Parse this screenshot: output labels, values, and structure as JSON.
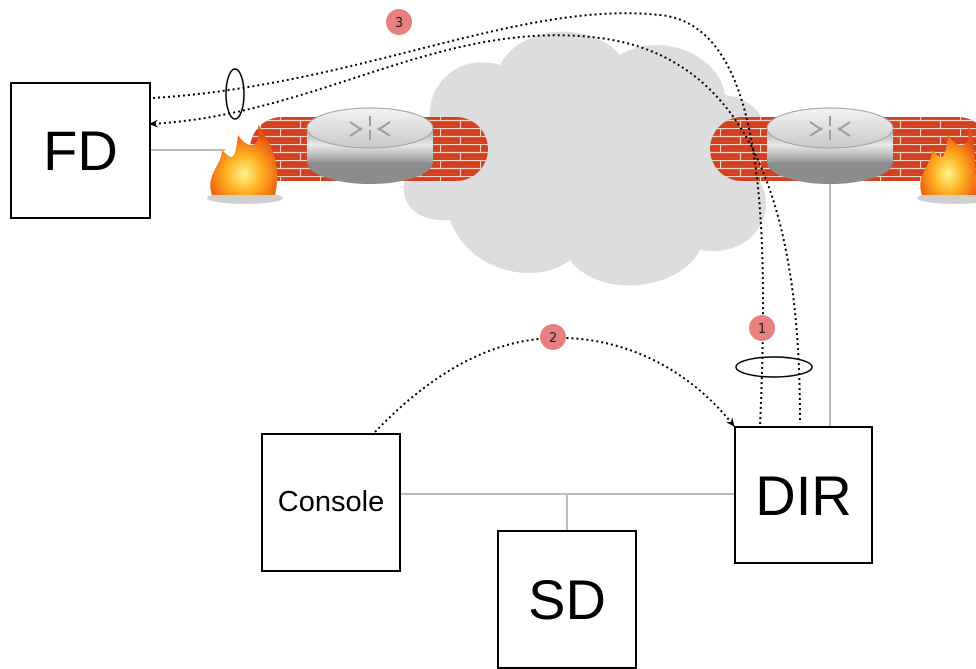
{
  "nodes": {
    "fd": "FD",
    "dir": "DIR",
    "console": "Console",
    "sd": "SD"
  },
  "markers": [
    "1",
    "2",
    "3"
  ],
  "colors": {
    "marker_fill": "#e88080",
    "link_line": "#bbbbbb",
    "cloud": "#dddddd",
    "firewall_brick": "#d2401f",
    "router_body": "#c8c8c8"
  },
  "icons": [
    "cloud-icon",
    "firewall-icon",
    "router-icon",
    "fire-icon"
  ]
}
